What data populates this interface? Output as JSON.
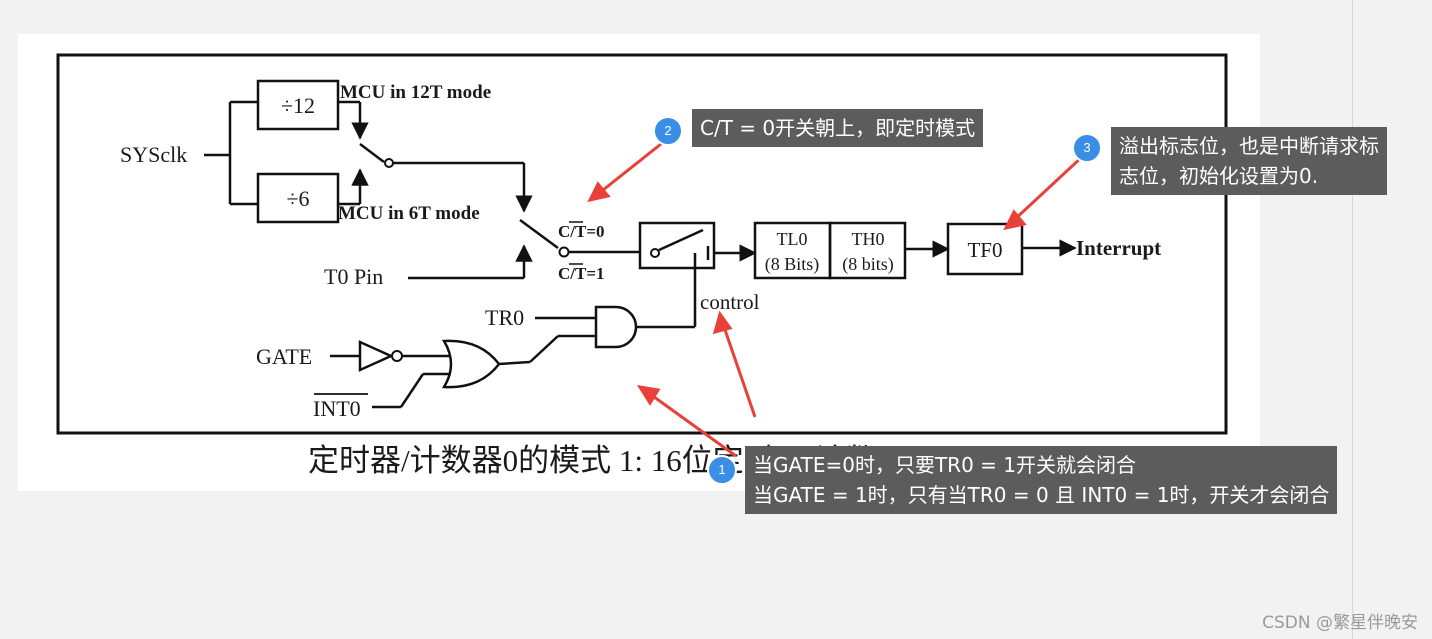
{
  "diagram": {
    "labels": {
      "sysclk": "SYSclk",
      "div12": "÷12",
      "div6": "÷6",
      "mcu12": "MCU in 12T mode",
      "mcu6": "MCU in 6T mode",
      "t0pin": "T0 Pin",
      "ct0": "C/T=0",
      "ct1": "C/T=1",
      "tl0_name": "TL0",
      "tl0_bits": "(8 Bits)",
      "th0_name": "TH0",
      "th0_bits": "(8 bits)",
      "tf0": "TF0",
      "interrupt": "Interrupt",
      "control": "control",
      "tr0": "TR0",
      "gate": "GATE",
      "int0": "INT0"
    },
    "caption": "定时器/计数器0的模式 1: 16位定时器/计数器"
  },
  "annotations": [
    {
      "num": "1",
      "lines": [
        "当GATE=0时，只要TR0 = 1开关就会闭合",
        "当GATE = 1时，只有当TR0 = 0 且 INT0 = 1时，开关才会闭合"
      ]
    },
    {
      "num": "2",
      "lines": [
        "C/T = 0开关朝上，即定时模式"
      ]
    },
    {
      "num": "3",
      "lines": [
        "溢出标志位，也是中断请求标",
        "志位，初始化设置为0."
      ]
    }
  ],
  "colors": {
    "arrow": "#e8413a",
    "badge": "#3a8ee6",
    "note_bg": "#5c5c5c"
  },
  "watermark": "CSDN @繁星伴晚安"
}
